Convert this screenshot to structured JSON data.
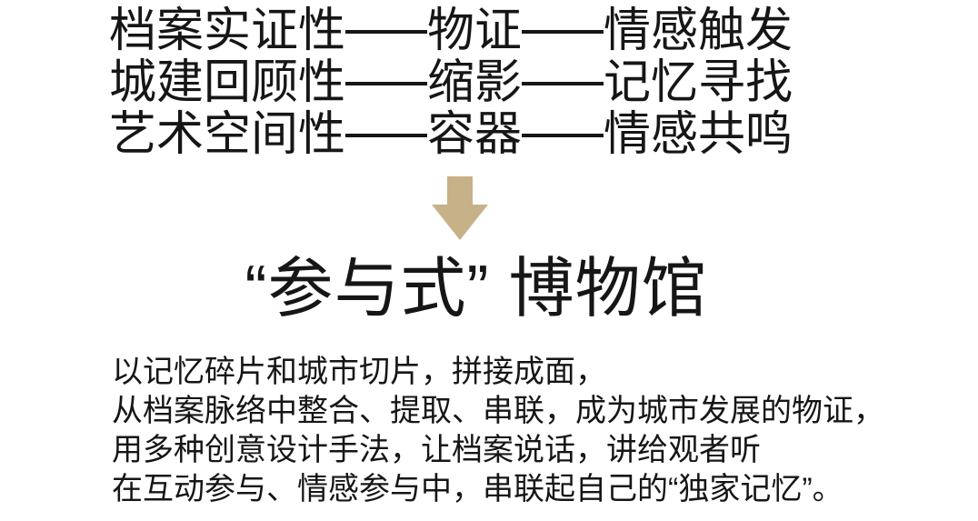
{
  "colors": {
    "background": "#ffffff",
    "text": "#161616",
    "arrow": "#c7b189"
  },
  "concept_map": {
    "rows": [
      {
        "source": "档案实证性",
        "medium": "物证",
        "outcome": "情感触发"
      },
      {
        "source": "城建回顾性",
        "medium": "缩影",
        "outcome": "记忆寻找"
      },
      {
        "source": "艺术空间性",
        "medium": "容器",
        "outcome": "情感共鸣"
      }
    ]
  },
  "arrow": {
    "icon": "down-arrow",
    "color": "#c7b189"
  },
  "title": {
    "text": "“参与式” 博物馆"
  },
  "paragraph": {
    "lines": [
      "以记忆碎片和城市切片，拼接成面，",
      "从档案脉络中整合、提取、串联，成为城市发展的物证，",
      "用多种创意设计手法，让档案说话，讲给观者听",
      "在互动参与、情感参与中，串联起自己的“独家记忆”。"
    ]
  }
}
